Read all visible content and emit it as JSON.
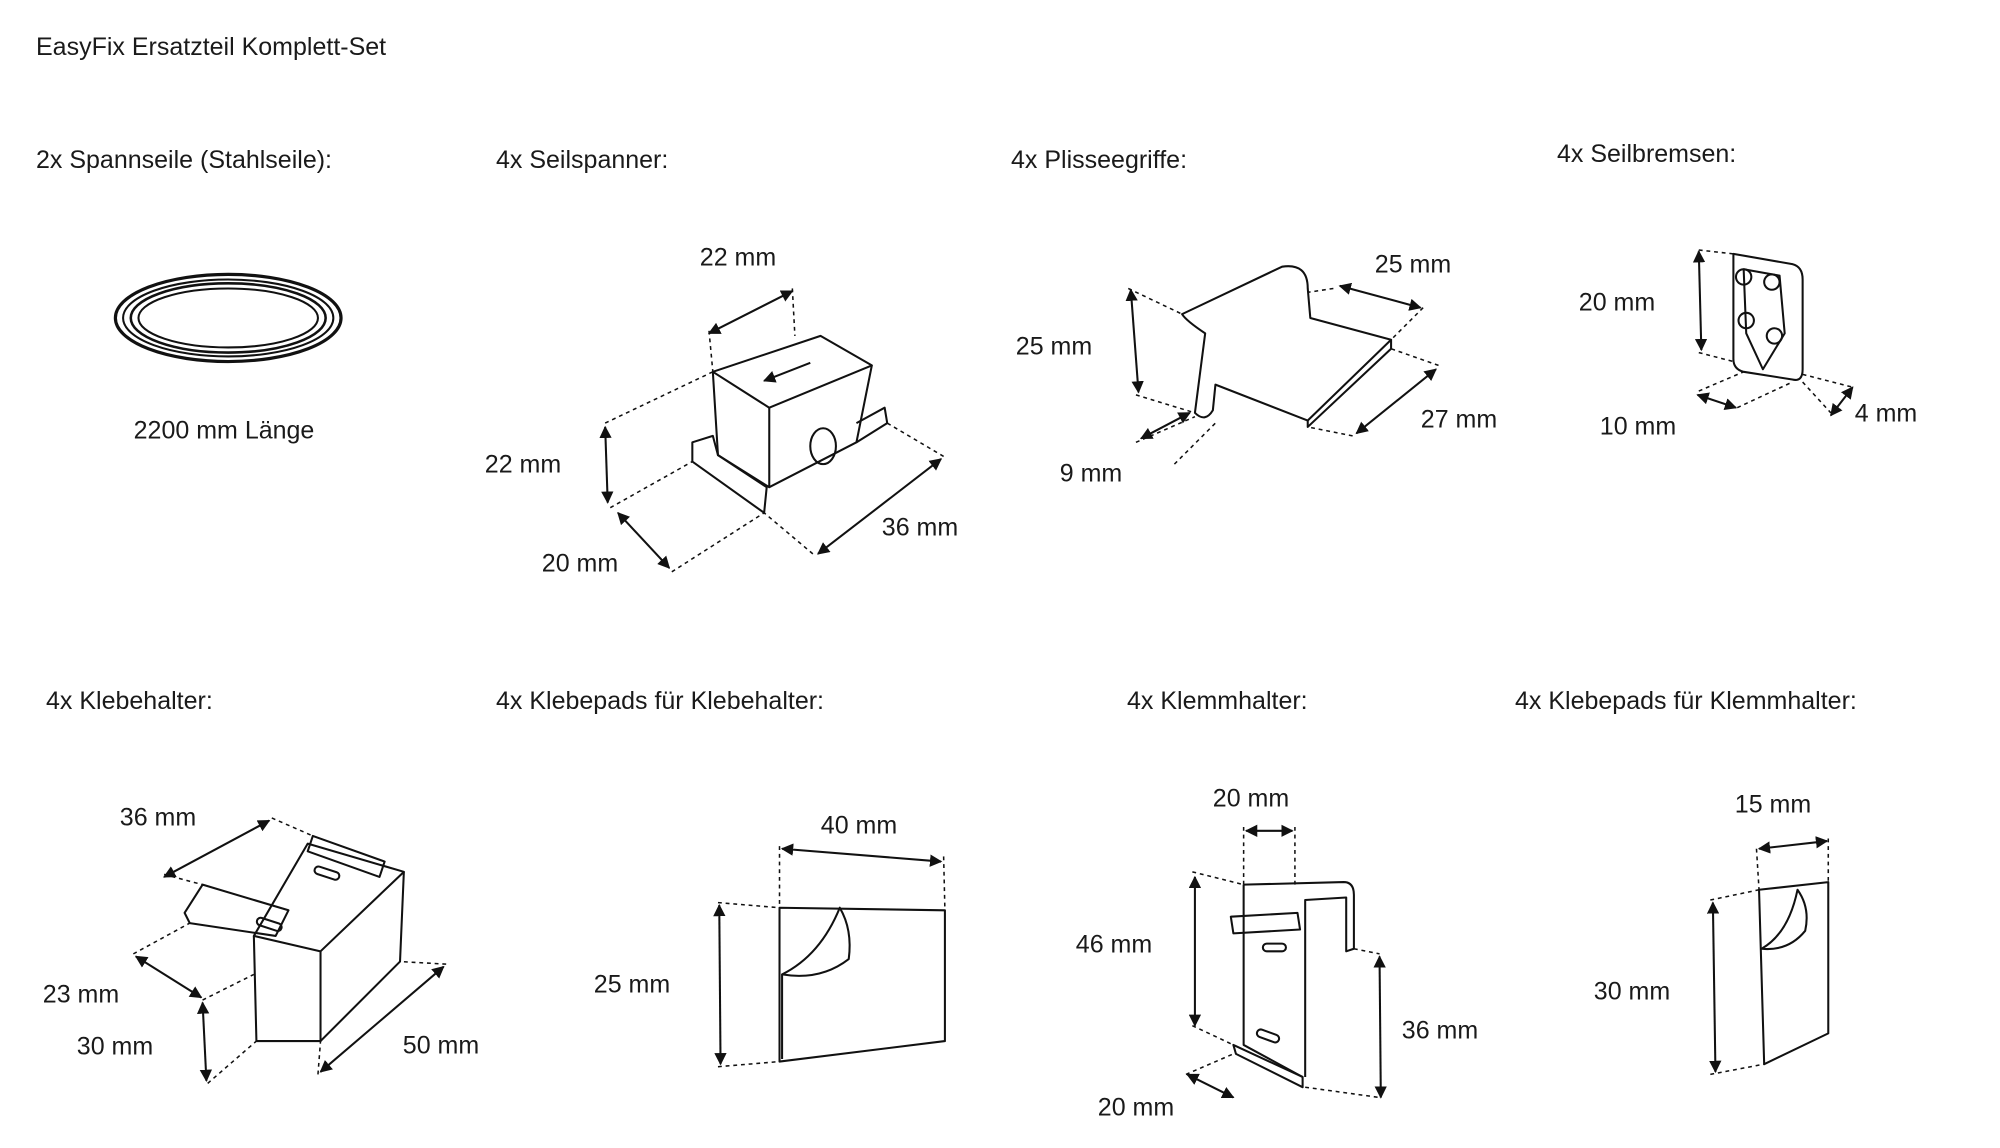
{
  "title": "EasyFix Ersatzteil Komplett-Set",
  "parts": {
    "spannseile": {
      "header": "2x Spannseile (Stahlseile):",
      "dims": [
        "2200 mm Länge"
      ]
    },
    "seilspanner": {
      "header": "4x Seilspanner:",
      "dims": [
        "22 mm",
        "22 mm",
        "20 mm",
        "36 mm"
      ]
    },
    "plisseegriffe": {
      "header": "4x Plisseegriffe:",
      "dims": [
        "25 mm",
        "25 mm",
        "27 mm",
        "9 mm"
      ]
    },
    "seilbremsen": {
      "header": "4x Seilbremsen:",
      "dims": [
        "20 mm",
        "10 mm",
        "4 mm"
      ]
    },
    "klebehalter": {
      "header": "4x Klebehalter:",
      "dims": [
        "36 mm",
        "23 mm",
        "30 mm",
        "50 mm"
      ]
    },
    "klebepads_klebehalter": {
      "header": "4x Klebepads für Klebehalter:",
      "dims": [
        "40 mm",
        "25 mm"
      ]
    },
    "klemmhalter": {
      "header": "4x Klemmhalter:",
      "dims": [
        "20 mm",
        "46 mm",
        "36 mm",
        "20 mm"
      ]
    },
    "klebepads_klemmhalter": {
      "header": "4x Klebepads für Klemmhalter:",
      "dims": [
        "15 mm",
        "30 mm"
      ]
    }
  }
}
